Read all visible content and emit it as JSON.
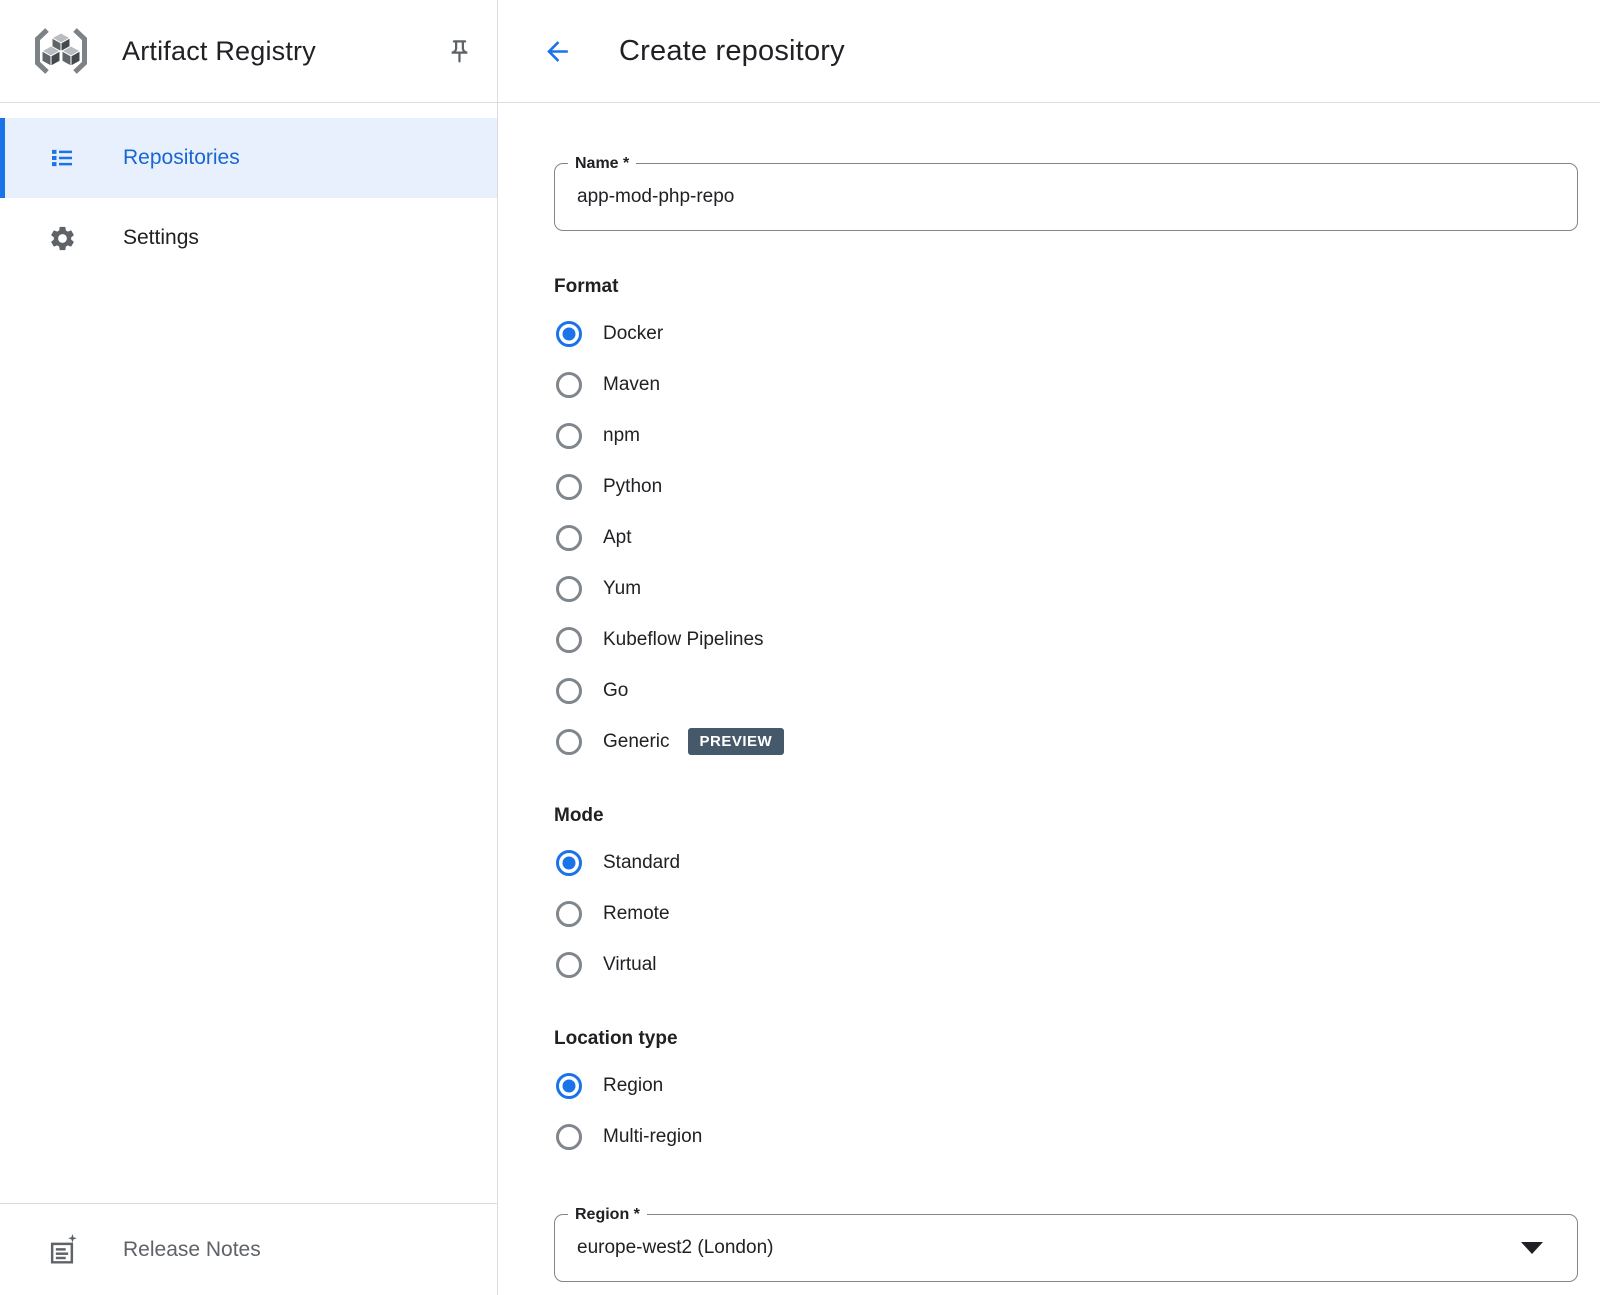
{
  "colors": {
    "accent_blue": "#1a73e8",
    "active_nav_background": "#e8f0fe",
    "active_nav_text": "#1967d2",
    "preview_badge_background": "#45596a",
    "divider": "#dadce0",
    "text_primary": "#202124",
    "text_secondary": "#5f6368"
  },
  "sidebar": {
    "title": "Artifact Registry",
    "logo_icon": "artifact-registry-logo-icon",
    "pin_icon": "pin-icon",
    "items": [
      {
        "label": "Repositories",
        "icon": "list-icon",
        "active": true
      },
      {
        "label": "Settings",
        "icon": "gear-icon",
        "active": false
      }
    ],
    "footer": {
      "label": "Release Notes",
      "icon": "release-notes-icon"
    }
  },
  "header": {
    "back_icon": "back-arrow-icon",
    "title": "Create repository"
  },
  "form": {
    "name_field": {
      "label": "Name *",
      "value": "app-mod-php-repo"
    },
    "format": {
      "label": "Format",
      "selected": "Docker",
      "options": [
        {
          "label": "Docker",
          "selected": true
        },
        {
          "label": "Maven",
          "selected": false
        },
        {
          "label": "npm",
          "selected": false
        },
        {
          "label": "Python",
          "selected": false
        },
        {
          "label": "Apt",
          "selected": false
        },
        {
          "label": "Yum",
          "selected": false
        },
        {
          "label": "Kubeflow Pipelines",
          "selected": false
        },
        {
          "label": "Go",
          "selected": false
        },
        {
          "label": "Generic",
          "selected": false,
          "badge": "PREVIEW"
        }
      ]
    },
    "mode": {
      "label": "Mode",
      "selected": "Standard",
      "options": [
        {
          "label": "Standard",
          "selected": true
        },
        {
          "label": "Remote",
          "selected": false
        },
        {
          "label": "Virtual",
          "selected": false
        }
      ]
    },
    "location_type": {
      "label": "Location type",
      "selected": "Region",
      "options": [
        {
          "label": "Region",
          "selected": true
        },
        {
          "label": "Multi-region",
          "selected": false
        }
      ]
    },
    "region_field": {
      "label": "Region *",
      "value": "europe-west2 (London)",
      "dropdown_icon": "dropdown-arrow-icon"
    }
  }
}
